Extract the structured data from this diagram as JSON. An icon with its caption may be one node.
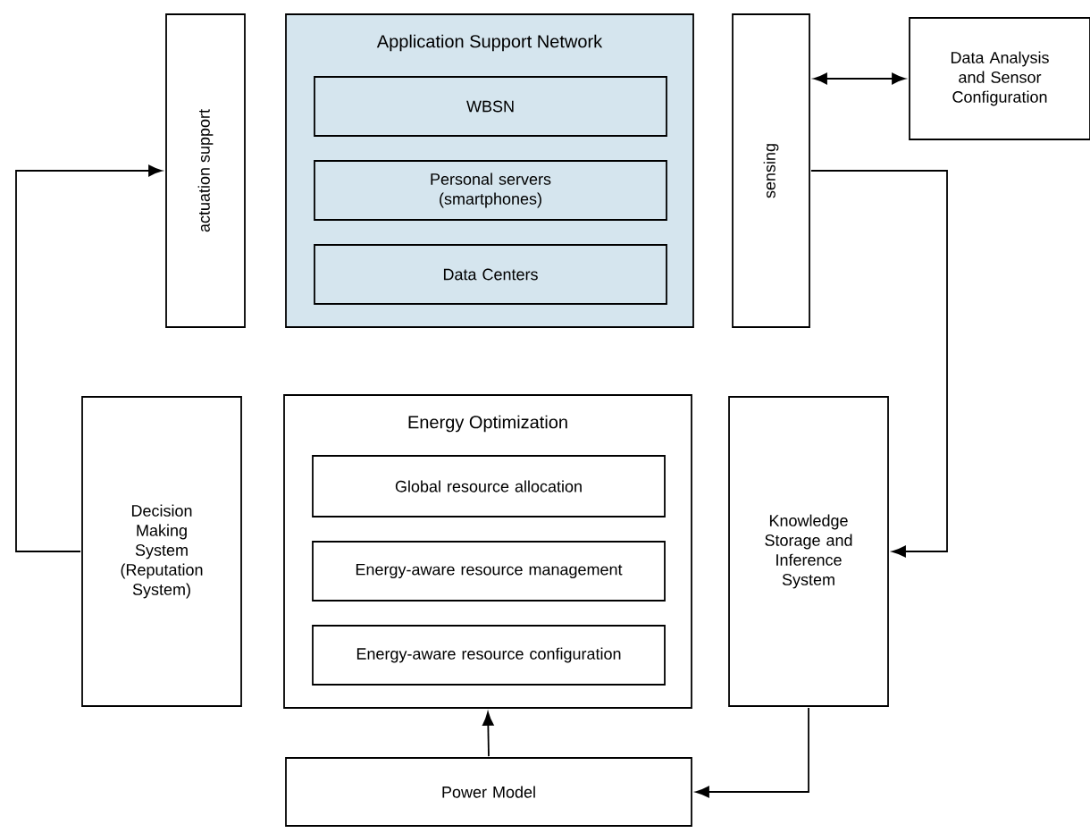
{
  "diagram": {
    "nodes": [
      {
        "text": [
          "actuation support"
        ]
      },
      {
        "text": [
          "Application Support Network"
        ]
      },
      {
        "text": [
          "WBSN"
        ],
        "in": 1
      },
      {
        "text": [
          "Personal servers (smartphones)"
        ],
        "in": 1
      },
      {
        "text": [
          "Data Centers"
        ],
        "in": 1
      },
      {
        "text": [
          "sensing"
        ]
      },
      {
        "text": [
          "Data Analysis and Sensor Configuration"
        ]
      },
      {
        "text": [
          "Decision Making System (Reputation System)"
        ]
      },
      {
        "text": [
          "Energy Optimization"
        ]
      },
      {
        "text": [
          "Global resource allocation"
        ],
        "in": 8
      },
      {
        "text": [
          "Energy-aware resource management"
        ],
        "in": 8
      },
      {
        "text": [
          "Energy-aware resource configuration"
        ],
        "in": 8
      },
      {
        "text": [
          "Knowledge Storage and Inference System"
        ]
      },
      {
        "text": [
          "Power Model"
        ]
      }
    ],
    "edges": [
      {
        "from": 5,
        "to": 6,
        "arrow": "both"
      },
      {
        "from": 7,
        "to": 0,
        "arrow": "to"
      },
      {
        "from": 5,
        "to": 12,
        "arrow": "to"
      },
      {
        "from": 12,
        "to": 13,
        "arrow": "to"
      },
      {
        "from": 13,
        "to": 8,
        "arrow": "to"
      }
    ]
  }
}
